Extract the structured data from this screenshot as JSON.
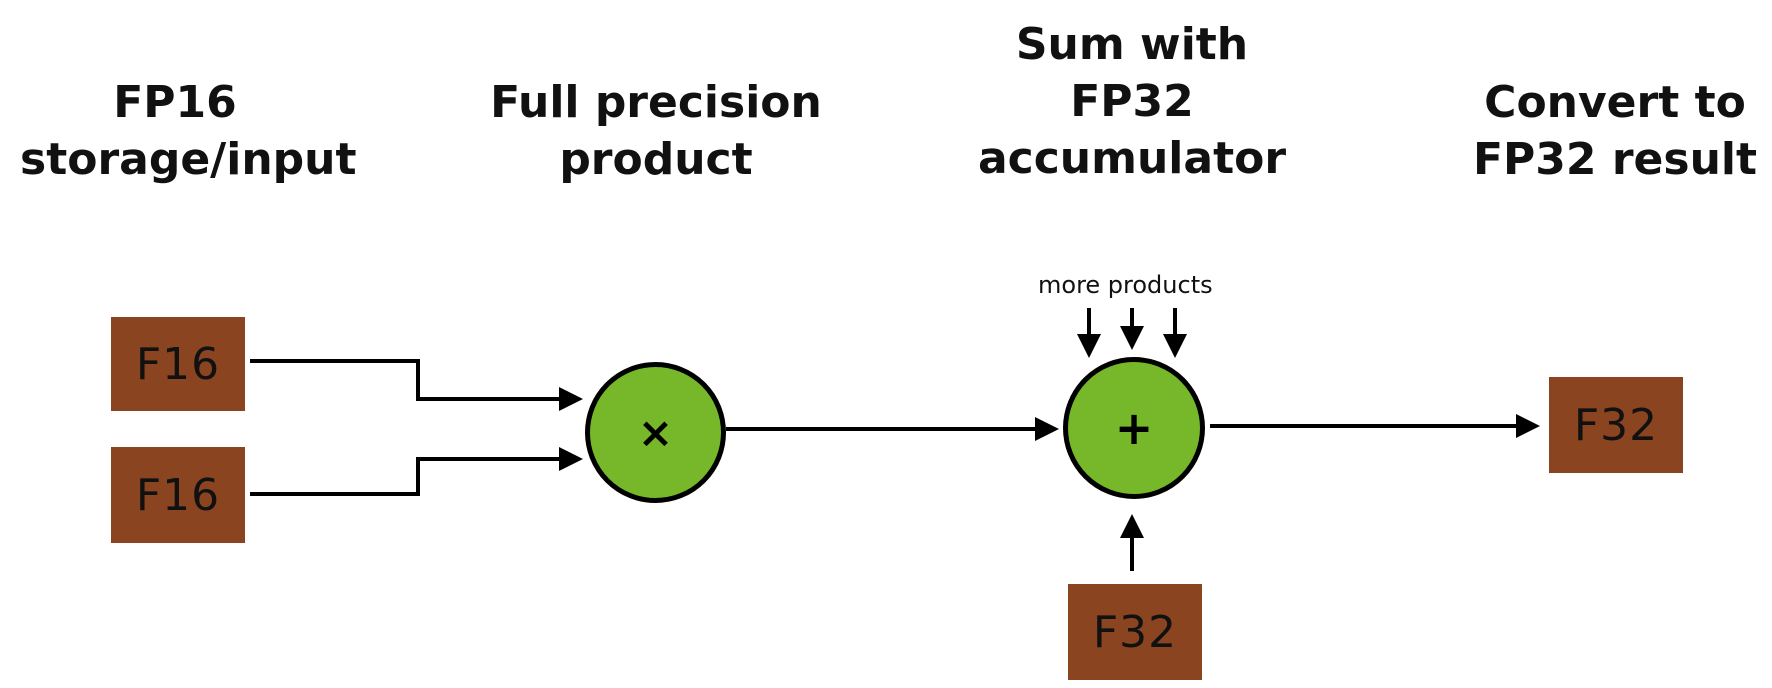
{
  "colors": {
    "box_fill": "#8b4420",
    "op_fill": "#76b82a",
    "line": "#000000",
    "text": "#111111"
  },
  "headings": {
    "storage": [
      "FP16",
      "storage/input"
    ],
    "product": [
      "Full precision",
      "product"
    ],
    "sum": [
      "Sum with",
      "FP32",
      "accumulator"
    ],
    "convert": [
      "Convert to",
      "FP32 result"
    ]
  },
  "boxes": {
    "input_a": "F16",
    "input_b": "F16",
    "accumulator_in": "F32",
    "result": "F32"
  },
  "operators": {
    "multiply": "×",
    "add": "+"
  },
  "annotations": {
    "more_products": "more products"
  }
}
